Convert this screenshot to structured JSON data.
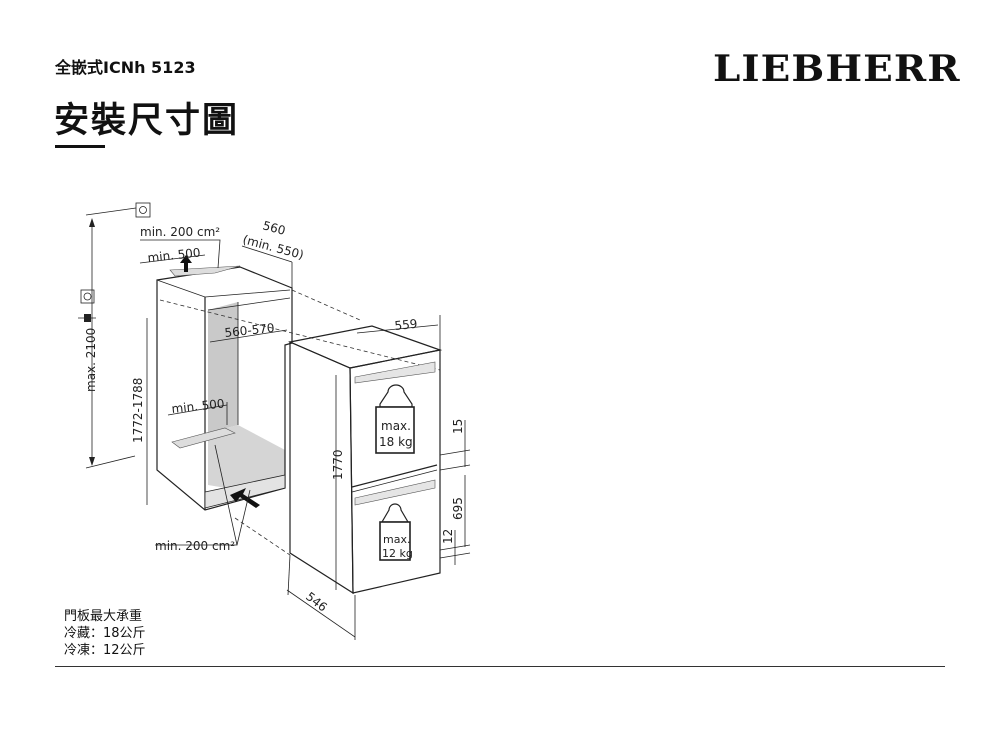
{
  "header": {
    "model": "全嵌式ICNh 5123",
    "title": "安裝尺寸圖",
    "brand": "LIEBHERR"
  },
  "diagram": {
    "vent_top_area": "min. 200 cm²",
    "vent_top_width": "min. 500",
    "niche_depth": "560",
    "niche_depth_min": "(min. 550)",
    "max_height": "max. 2100",
    "niche_height": "1772-1788",
    "niche_width": "560-570",
    "vent_bottom_width": "min. 500",
    "vent_bottom_area": "min. 200 cm²",
    "appliance_width": "559",
    "appliance_height": "1770",
    "gap_top": "15",
    "door_lower": "695",
    "gap_bottom": "12",
    "appliance_depth": "546",
    "weight_upper": {
      "line1": "max.",
      "line2": "18 kg"
    },
    "weight_lower": {
      "line1": "max.",
      "line2": "12 kg"
    }
  },
  "notes": {
    "heading": "門板最大承重",
    "fridge": "冷藏：18公斤",
    "freezer": "冷凍：12公斤"
  }
}
